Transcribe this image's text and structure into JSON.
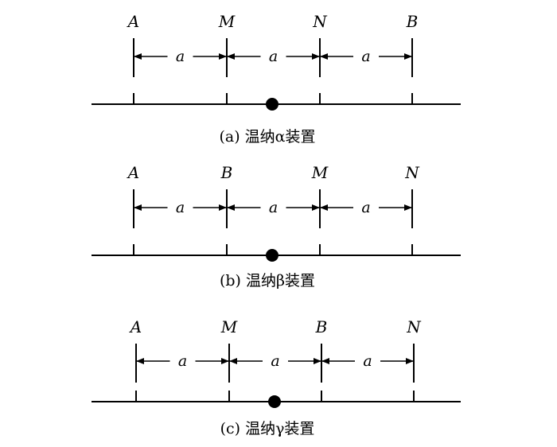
{
  "panels": [
    {
      "id": "a",
      "electrodes": [
        "A",
        "M",
        "N",
        "B"
      ],
      "spacing_label": "a",
      "caption": "(a) 温纳α装置"
    },
    {
      "id": "b",
      "electrodes": [
        "A",
        "B",
        "M",
        "N"
      ],
      "spacing_label": "a",
      "caption": "(b) 温纳β装置"
    },
    {
      "id": "c",
      "electrodes": [
        "A",
        "M",
        "B",
        "N"
      ],
      "spacing_label": "a",
      "caption": "(c) 温纳γ装置"
    }
  ]
}
